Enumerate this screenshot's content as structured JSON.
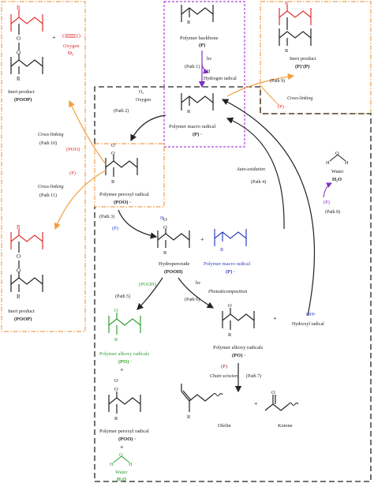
{
  "labels": {
    "inert_left": [
      "Inert product",
      "(POOP)"
    ],
    "oxygen_top": [
      "Oxygen",
      "O₂"
    ],
    "poly_backbone": [
      "Polymer backbone",
      "(P)"
    ],
    "inert_right": [
      "Inert product",
      "(P)'(P)"
    ],
    "path1": "(Path 1)",
    "hv1": "hν",
    "hrad": "Hydrogen radical",
    "h_small": "H",
    "path9": "(Path 9)",
    "p_red_9": "(P) ·",
    "crosslink_9": "Cross-linking",
    "path2": "(Path 2)",
    "o2_mid": [
      "O₂",
      "Oxygen"
    ],
    "macro_radical": [
      "Polymer macro radical",
      "(P) ·"
    ],
    "crosslink_10": "Cross-linking",
    "path10": "(Path 10)",
    "poo_10": "(POO) ·",
    "p_11": "(P) ·",
    "crosslink_11": "Cross-linking",
    "path11": "(Path 11)",
    "peroxyl_radical": [
      "Polymer peroxyl radical",
      "(POO) ·"
    ],
    "autoox": "Auto-oxidation",
    "path4": "(Path 4)",
    "water_right": [
      "Water",
      "H₂O"
    ],
    "p_8": "(P)",
    "path8": "(Path 8)",
    "path3": "(Path 3)",
    "p_blue_3": "(P)",
    "hydroperoxide": [
      "Hydroperoxide",
      "(POOH)"
    ],
    "plus": "+",
    "macro_radical_blue": [
      "Polymer macro radical",
      "(P) ·"
    ],
    "inert_left_bottom": [
      "Inert product",
      "(POOP)"
    ],
    "pooh_green": "(POOH)",
    "path5": "(Path 5)",
    "hv6": "hν",
    "photodecomp": "Photodecomposition",
    "path6": "(Path 6)",
    "oh_rad": "OH•",
    "hydroxyl_radical": "Hydroxyl radical",
    "alkoxy_green": [
      "Polymer alkoxy radicals",
      "(PO) ·"
    ],
    "alkoxy_black": [
      "Polymer alkoxy radicals",
      "(PO) ·"
    ],
    "p_7": "(P)",
    "chain_scission": "Chain scission",
    "path7": "(Path 7)",
    "peroxyl_bottom": [
      "Polymer peroxyl radical",
      "(POO) ·"
    ],
    "olefin": "Olefin",
    "ketone": "Ketone",
    "water_bottom": [
      "Water",
      "H₂O"
    ],
    "r": "R",
    "o": "O",
    "h": "H"
  },
  "colors": {
    "black": "#222222",
    "red": "#e03030",
    "orange": "#f0a040",
    "blue": "#3040c0",
    "green": "#30a030",
    "purple": "#8030c0",
    "dark_red": "#a02020",
    "box_orange": "#f0a050",
    "box_purple": "#b040e0",
    "box_dash": "#222222"
  }
}
